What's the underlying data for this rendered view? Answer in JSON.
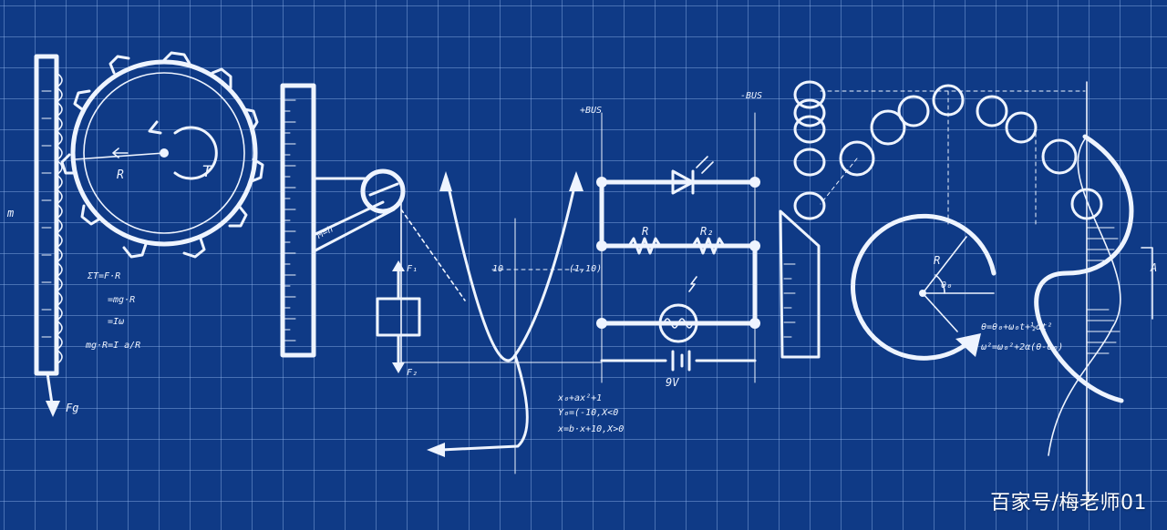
{
  "watermark": "百家号/梅老师01",
  "notes": {
    "torque_label": "T",
    "radius_label": "R",
    "mass_label": "m",
    "force_g": "Fg",
    "eq1": "ΣT=F·R",
    "eq2": "=mg·R",
    "eq3": "=Iω",
    "eq4": "mg·R=I a/R",
    "f1": "F₁",
    "f2": "F₂",
    "bus1": "+BUS",
    "bus2": "-BUS",
    "r1": "R",
    "r2": "R₂",
    "battery": "9V",
    "tick10": "10",
    "point": "(1,10)",
    "f_eq1": "x₀+ax²+1",
    "f_eq2": "Y₀=(-10,X<0",
    "f_eq3": "x=b·x+10,X>0",
    "circ_r": "R",
    "circ_theta": "θ₀",
    "circ_eq1": "θ=θ₀+ω₀t+½αt²",
    "circ_eq2": "ω²=ω₀²+2α(θ-θ₀)",
    "wave_label": "A"
  }
}
